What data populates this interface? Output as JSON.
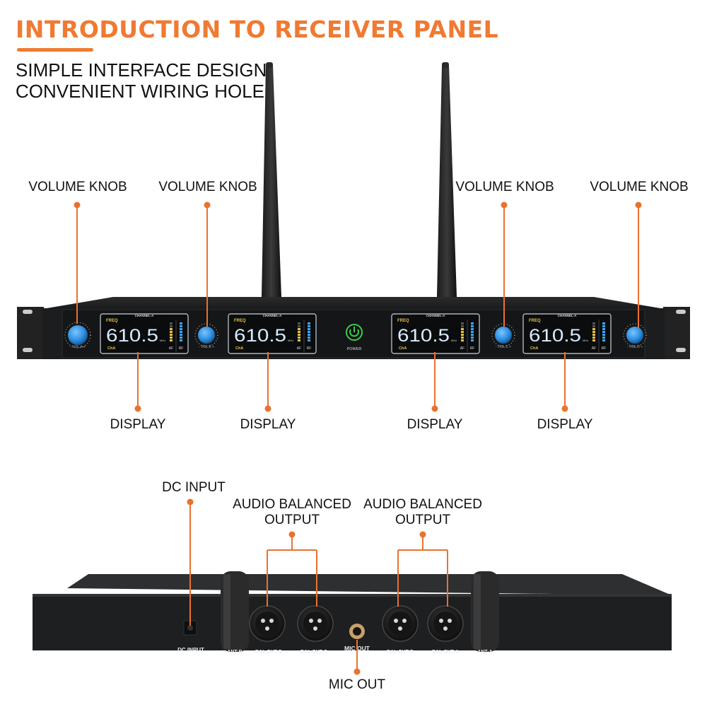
{
  "header": {
    "title": "INTRODUCTION TO RECEIVER PANEL",
    "subtitle_line1": "SIMPLE INTERFACE DESIGN,",
    "subtitle_line2": "CONVENIENT WIRING HOLE"
  },
  "callouts": {
    "volume_knob": "VOLUME KNOB",
    "display": "DISPLAY",
    "dc_input": "DC INPUT",
    "audio_balanced_output_line1": "AUDIO BALANCED",
    "audio_balanced_output_line2": "OUTPUT",
    "mic_out": "MIC OUT"
  },
  "front_panel": {
    "channel_label": "CHANNEL-A",
    "freq_label": "FREQ",
    "frequency": "610.5",
    "unit": "MHz",
    "channel_short": "ChA",
    "af_label": "AF",
    "rf_label": "RF",
    "power_label": "POWER",
    "vol_a": "- VOL.A +",
    "vol_b": "- VOL.B +",
    "vol_c": "- VOL.C +",
    "vol_d": "- VOL.D +"
  },
  "rear_panel": {
    "dc_input": "DC INPUT",
    "ant_b": "ANT-B",
    "bal_out_d": "BAL OUT-D",
    "bal_out_c": "BAL OUT-C",
    "mic_out": "MIC OUT",
    "bal_out_b": "BAL OUT-B",
    "bal_out_a": "BAL OUT-A",
    "ant_a": "ANT-A"
  },
  "colors": {
    "accent": "#f07a32",
    "panel": "#1b1c1e",
    "lcd_digits": "#d8ecff",
    "knob": "#2d8fe0",
    "power": "#38d04a"
  }
}
